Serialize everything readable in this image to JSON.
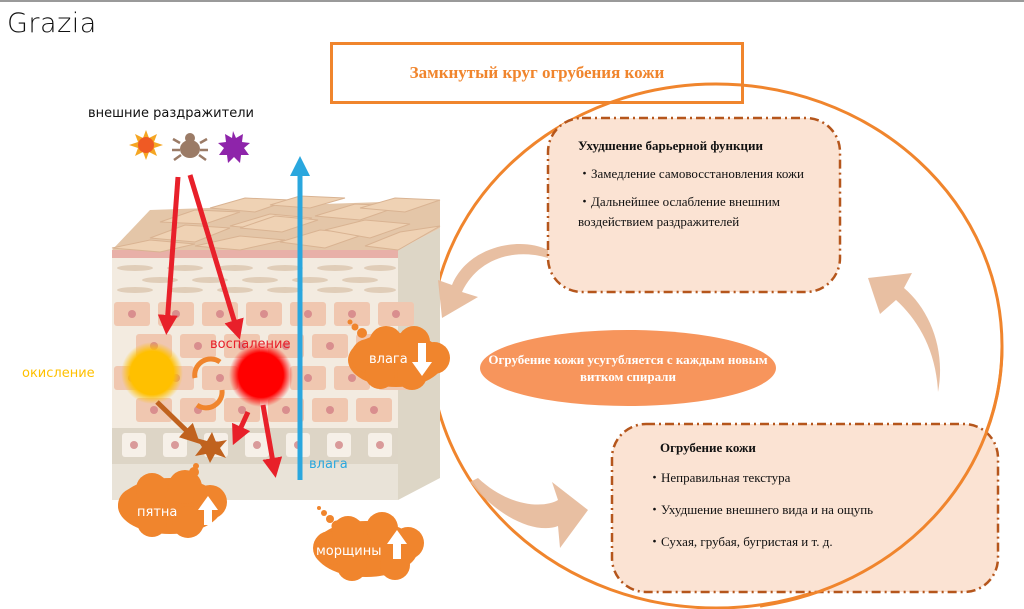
{
  "header": {
    "logo": "Grazia",
    "title": "Замкнутый круг огрубения кожи"
  },
  "colors": {
    "accent_orange": "#f0852d",
    "card_bg": "#fbe3d3",
    "dash_brown": "#b5561c",
    "arrow_beige": "#e6b898",
    "ellipse": "#f7955c",
    "red": "#e8202a",
    "blue": "#2aa7de",
    "yellow": "#ffc000"
  },
  "skin_diagram": {
    "irritants_label": "внешние раздражители",
    "irritant_icons": [
      "sun-icon",
      "mite-icon",
      "purple-star-icon"
    ],
    "oxidation_label": "окисление",
    "inflammation_label": "воспаление",
    "moisture_label_inner": "влага",
    "moisture_cloud_label": "влага",
    "spots_cloud_label": "пятна",
    "wrinkles_cloud_label": "морщины"
  },
  "cycle": {
    "center_text": "Огрубение кожи усугубляется с каждым новым витком спирали",
    "barrier_card": {
      "title": "Ухудшение барьерной функции",
      "items": [
        "・Замедление самовосстановления кожи",
        "・Дальнейшее ослабление внешним воздействием раздражителей"
      ]
    },
    "roughening_card": {
      "title": "Огрубение кожи",
      "items": [
        "・Неправильная текстура",
        "・Ухудшение внешнего вида и на ощупь",
        "・Сухая, грубая, бугристая и т. д."
      ]
    }
  }
}
